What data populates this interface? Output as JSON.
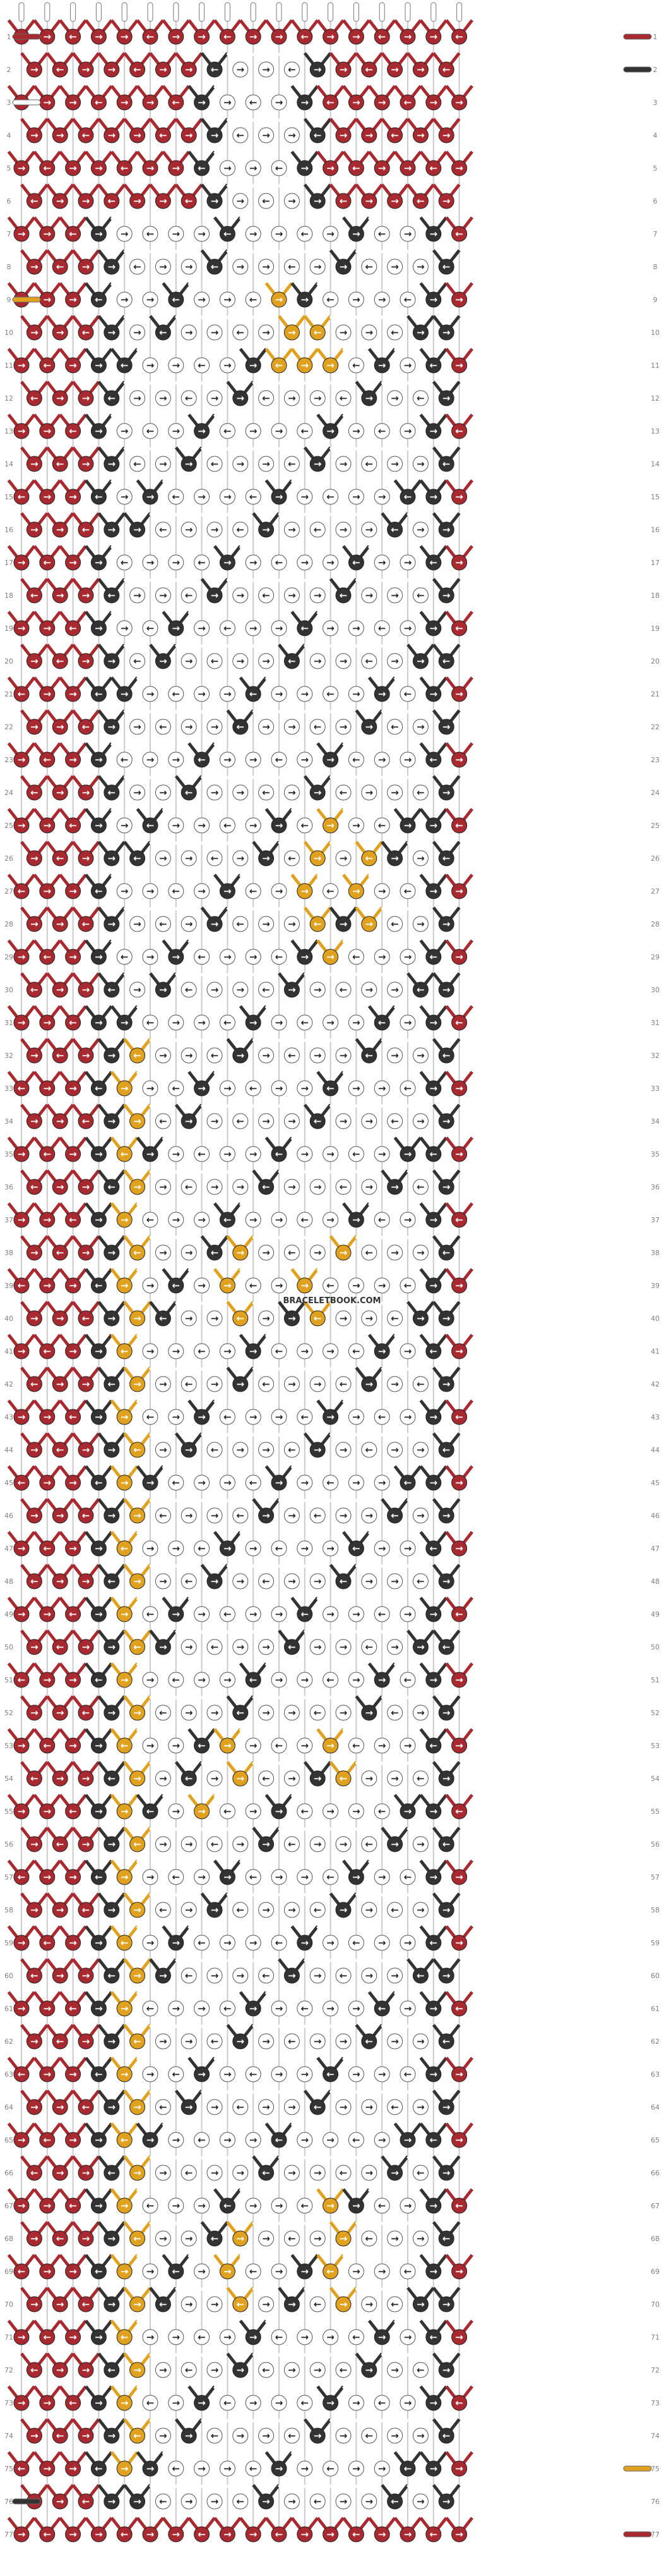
{
  "pattern": {
    "watermark": "BRACELETBOOK.COM",
    "colors": {
      "red": "#a8292f",
      "black": "#333333",
      "white": "#ffffff",
      "yellow": "#e0a11f"
    },
    "strings": {
      "count": 18,
      "top_colors": [
        "white",
        "white",
        "white",
        "white",
        "white",
        "white",
        "white",
        "white",
        "white",
        "white",
        "white",
        "white",
        "white",
        "white",
        "white",
        "white",
        "white",
        "white"
      ],
      "left_entry": [
        {
          "row": 1,
          "color": "red"
        },
        {
          "row": 3,
          "color": "white"
        },
        {
          "row": 9,
          "color": "yellow"
        },
        {
          "row": 76,
          "color": "black"
        }
      ],
      "right_entry": [
        {
          "row": 1,
          "color": "red"
        },
        {
          "row": 2,
          "color": "black"
        },
        {
          "row": 75,
          "color": "yellow"
        },
        {
          "row": 77,
          "color": "red"
        }
      ]
    },
    "rows": {
      "count": 77,
      "labels": [
        "1",
        "2",
        "3",
        "4",
        "5",
        "6",
        "7",
        "8",
        "9",
        "10",
        "11",
        "12",
        "13",
        "14",
        "15",
        "16",
        "17",
        "18",
        "19",
        "20",
        "21",
        "22",
        "23",
        "24",
        "25",
        "26",
        "27",
        "28",
        "29",
        "30",
        "31",
        "32",
        "33",
        "34",
        "35",
        "36",
        "37",
        "38",
        "39",
        "40",
        "41",
        "42",
        "43",
        "44",
        "45",
        "46",
        "47",
        "48",
        "49",
        "50",
        "51",
        "52",
        "53",
        "54",
        "55",
        "56",
        "57",
        "58",
        "59",
        "60",
        "61",
        "62",
        "63",
        "64",
        "65",
        "66",
        "67",
        "68",
        "69",
        "70",
        "71",
        "72",
        "73",
        "74",
        "75",
        "76",
        "77"
      ]
    },
    "figure": {
      "outline_col_start": 3,
      "outline_col_end": 16,
      "yellow_accents": [
        {
          "row": 9,
          "col": 10
        },
        {
          "row": 10,
          "col": 10
        },
        {
          "row": 10,
          "col": 11
        },
        {
          "row": 11,
          "col": 10
        },
        {
          "row": 11,
          "col": 11
        },
        {
          "row": 11,
          "col": 12
        },
        {
          "row": 25,
          "col": 12
        },
        {
          "row": 26,
          "col": 11
        },
        {
          "row": 26,
          "col": 13
        },
        {
          "row": 27,
          "col": 11
        },
        {
          "row": 27,
          "col": 13
        },
        {
          "row": 28,
          "col": 11
        },
        {
          "row": 28,
          "col": 13
        },
        {
          "row": 29,
          "col": 12
        },
        {
          "row": 38,
          "col": 8
        },
        {
          "row": 38,
          "col": 12
        },
        {
          "row": 39,
          "col": 8
        },
        {
          "row": 39,
          "col": 11
        },
        {
          "row": 40,
          "col": 8
        },
        {
          "row": 40,
          "col": 11
        },
        {
          "row": 53,
          "col": 8
        },
        {
          "row": 53,
          "col": 12
        },
        {
          "row": 54,
          "col": 8
        },
        {
          "row": 54,
          "col": 12
        },
        {
          "row": 55,
          "col": 7
        },
        {
          "row": 67,
          "col": 12
        },
        {
          "row": 68,
          "col": 8
        },
        {
          "row": 68,
          "col": 12
        },
        {
          "row": 69,
          "col": 8
        },
        {
          "row": 69,
          "col": 12
        },
        {
          "row": 70,
          "col": 8
        },
        {
          "row": 70,
          "col": 12
        }
      ],
      "yellow_column": {
        "col": 4,
        "row_start": 32,
        "row_end": 75
      }
    }
  }
}
